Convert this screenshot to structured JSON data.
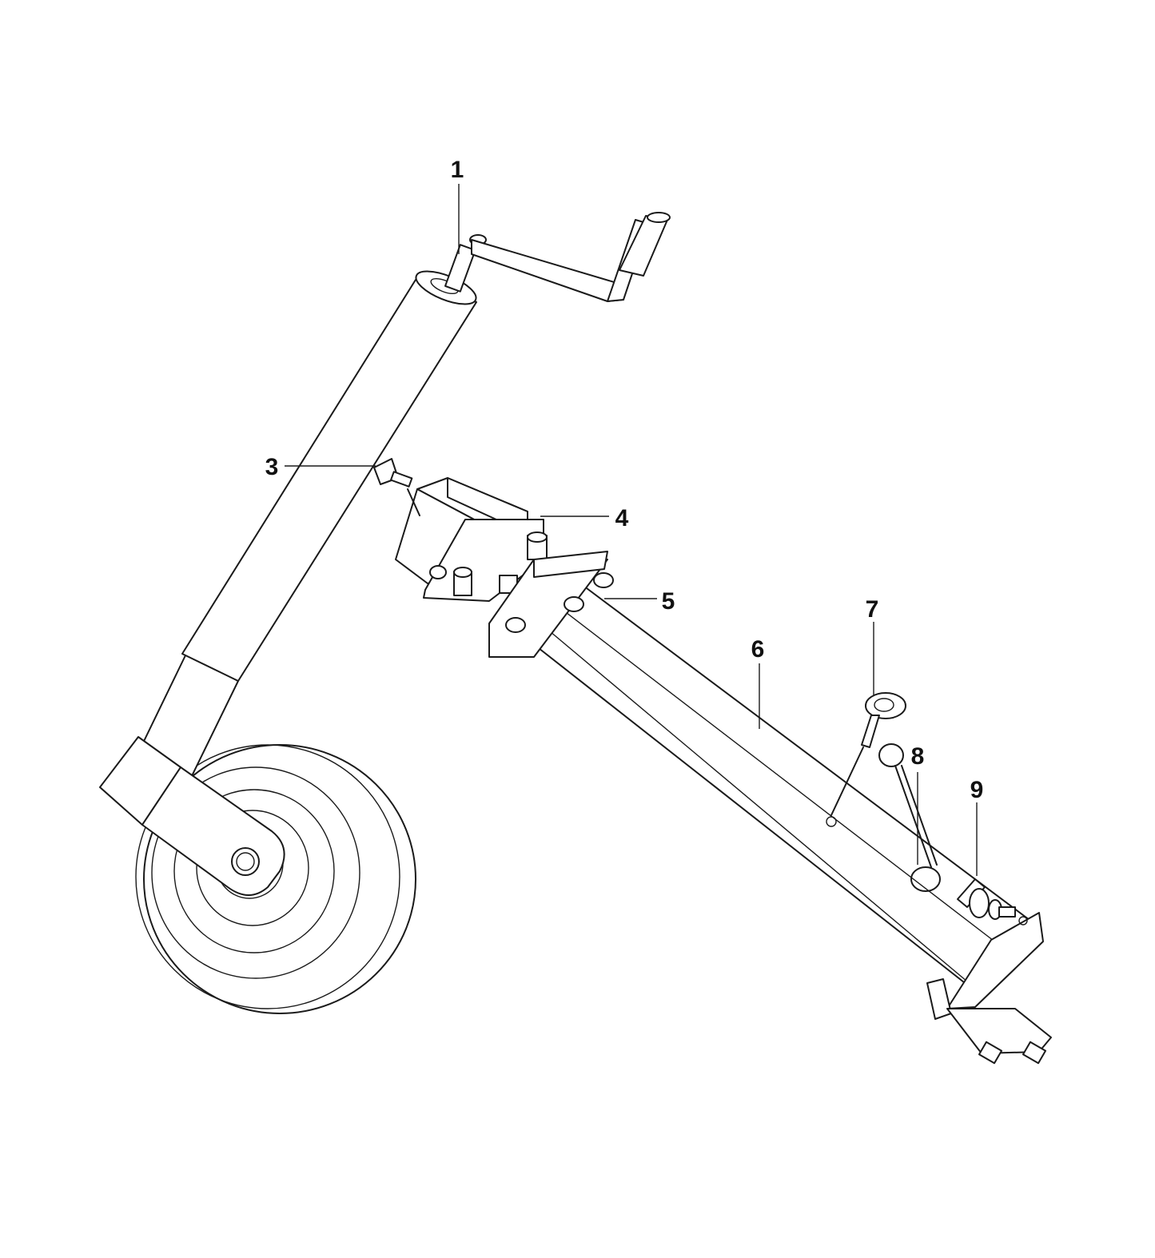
{
  "callouts": [
    {
      "id": "1",
      "text": "1"
    },
    {
      "id": "3",
      "text": "3"
    },
    {
      "id": "4",
      "text": "4"
    },
    {
      "id": "5",
      "text": "5"
    },
    {
      "id": "6",
      "text": "6"
    },
    {
      "id": "7",
      "text": "7"
    },
    {
      "id": "8",
      "text": "8"
    },
    {
      "id": "9",
      "text": "9"
    }
  ]
}
